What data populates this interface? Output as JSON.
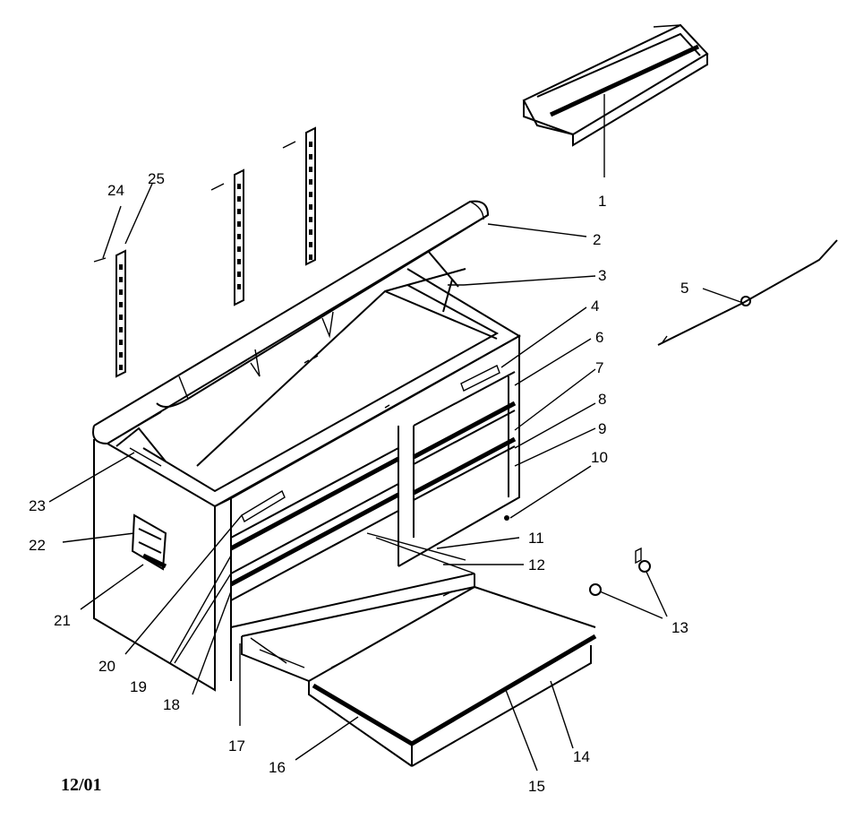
{
  "diagram": {
    "callouts": [
      {
        "id": "1"
      },
      {
        "id": "2"
      },
      {
        "id": "3"
      },
      {
        "id": "4"
      },
      {
        "id": "5"
      },
      {
        "id": "6"
      },
      {
        "id": "7"
      },
      {
        "id": "8"
      },
      {
        "id": "9"
      },
      {
        "id": "10"
      },
      {
        "id": "11"
      },
      {
        "id": "12"
      },
      {
        "id": "13"
      },
      {
        "id": "14"
      },
      {
        "id": "15"
      },
      {
        "id": "16"
      },
      {
        "id": "17"
      },
      {
        "id": "18"
      },
      {
        "id": "19"
      },
      {
        "id": "20"
      },
      {
        "id": "21"
      },
      {
        "id": "22"
      },
      {
        "id": "23"
      },
      {
        "id": "24"
      },
      {
        "id": "25"
      }
    ],
    "date_code": "12/01"
  }
}
